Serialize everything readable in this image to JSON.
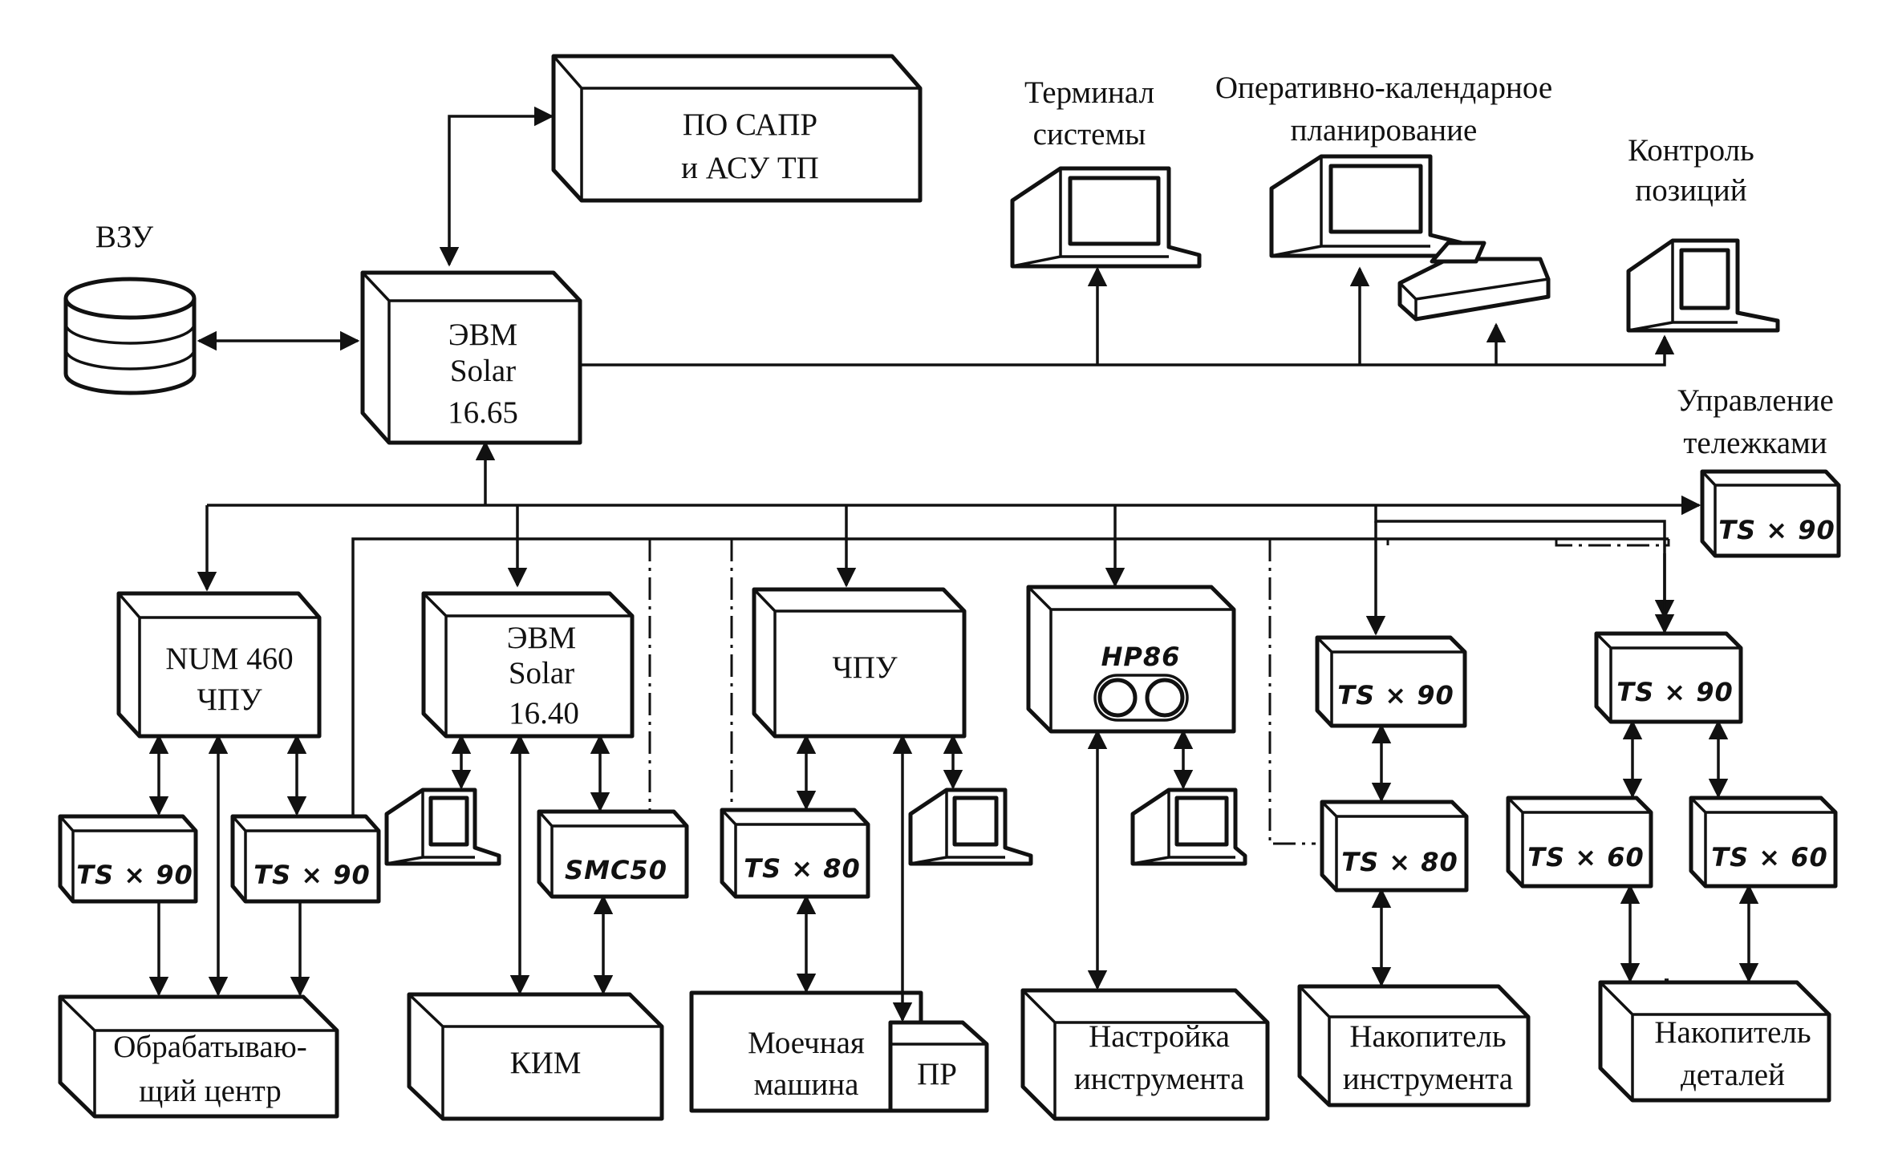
{
  "nodes": {
    "vzu": "ВЗУ",
    "po_sapr": [
      "ПО САПР",
      "и АСУ ТП"
    ],
    "evm_main": [
      "ЭВМ",
      "Solar",
      "16.65"
    ],
    "terminal": [
      "Терминал",
      "системы"
    ],
    "planning": [
      "Оперативно-календарное",
      "планирование"
    ],
    "position_control": [
      "Контроль",
      "позиций"
    ],
    "cart_control": [
      "Управление",
      "тележками"
    ],
    "num460": [
      "NUM 460",
      "ЧПУ"
    ],
    "evm_1640": [
      "ЭВМ",
      "Solar",
      "16.40"
    ],
    "chpu": "ЧПУ",
    "hp86": "HP86",
    "ts90": "TS × 90",
    "ts80": "TS × 80",
    "ts60": "TS × 60",
    "smc50": "SMC50",
    "machining_center": [
      "Обрабатываю-",
      "щий центр"
    ],
    "kim": "КИМ",
    "washing_machine": [
      "Моечная",
      "машина"
    ],
    "pr": "ПР",
    "tool_setup": [
      "Настройка",
      "инструмента"
    ],
    "tool_storage": [
      "Накопитель",
      "инструмента"
    ],
    "parts_storage": [
      "Накопитель",
      "деталей"
    ]
  }
}
